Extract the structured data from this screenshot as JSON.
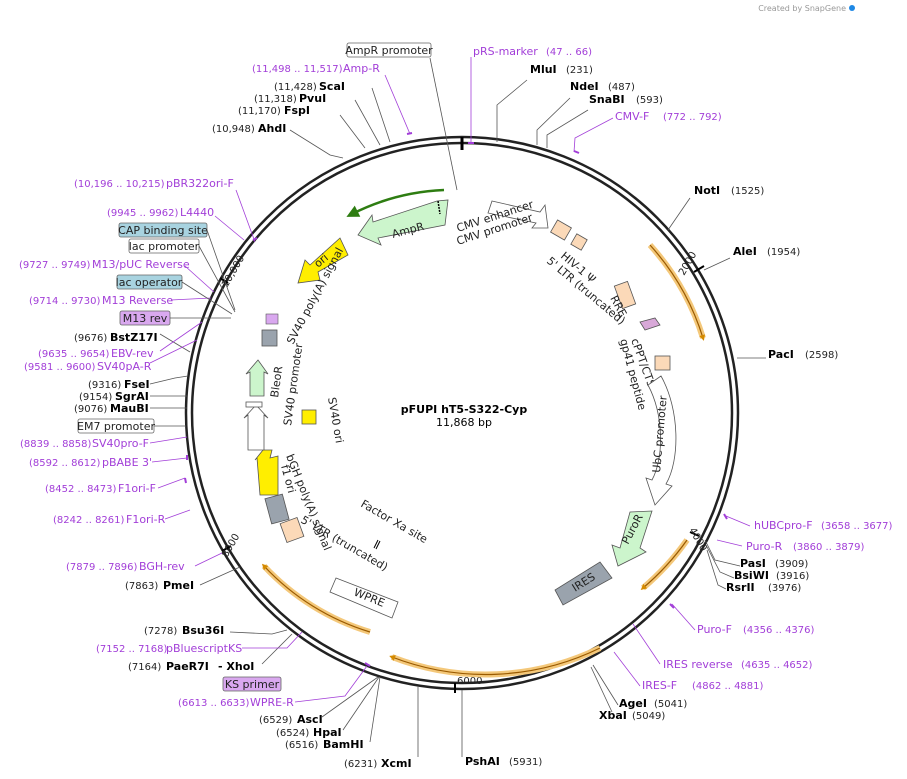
{
  "watermark": "Created by SnapGene",
  "plasmid": {
    "name": "pFUPI hT5-S322-Cyp",
    "size_label": "11,868 bp",
    "ticks": [
      "2000",
      "4000",
      "6000",
      "8000",
      "10,000"
    ]
  },
  "enzymes": [
    {
      "name": "MluI",
      "pos": "(231)"
    },
    {
      "name": "NdeI",
      "pos": "(487)"
    },
    {
      "name": "SnaBI",
      "pos": "(593)"
    },
    {
      "name": "NotI",
      "pos": "(1525)"
    },
    {
      "name": "AleI",
      "pos": "(1954)"
    },
    {
      "name": "PacI",
      "pos": "(2598)"
    },
    {
      "name": "PasI",
      "pos": "(3909)"
    },
    {
      "name": "BsiWI",
      "pos": "(3916)"
    },
    {
      "name": "RsrII",
      "pos": "(3976)"
    },
    {
      "name": "AgeI",
      "pos": "(5041)"
    },
    {
      "name": "XbaI",
      "pos": "(5049)"
    },
    {
      "name": "PshAI",
      "pos": "(5931)"
    },
    {
      "name": "XcmI",
      "pos": "(6231)"
    },
    {
      "name": "BamHI",
      "pos": "(6516)"
    },
    {
      "name": "HpaI",
      "pos": "(6524)"
    },
    {
      "name": "AscI",
      "pos": "(6529)"
    },
    {
      "name": "PaeR7I",
      "pos": "(7164)"
    },
    {
      "name": "- XhoI",
      "pos": ""
    },
    {
      "name": "Bsu36I",
      "pos": "(7278)"
    },
    {
      "name": "PmeI",
      "pos": "(7863)"
    },
    {
      "name": "MauBI",
      "pos": "(9076)"
    },
    {
      "name": "SgrAI",
      "pos": "(9154)"
    },
    {
      "name": "FseI",
      "pos": "(9316)"
    },
    {
      "name": "BstZ17I",
      "pos": "(9676)"
    },
    {
      "name": "AhdI",
      "pos": "(10,948)"
    },
    {
      "name": "FspI",
      "pos": "(11,170)"
    },
    {
      "name": "PvuI",
      "pos": "(11,318)"
    },
    {
      "name": "ScaI",
      "pos": "(11,428)"
    }
  ],
  "primers": [
    {
      "name": "pRS-marker",
      "pos": "(47 .. 66)"
    },
    {
      "name": "CMV-F",
      "pos": "(772 .. 792)"
    },
    {
      "name": "hUBCpro-F",
      "pos": "(3658 .. 3677)"
    },
    {
      "name": "Puro-R",
      "pos": "(3860 .. 3879)"
    },
    {
      "name": "Puro-F",
      "pos": "(4356 .. 4376)"
    },
    {
      "name": "IRES reverse",
      "pos": "(4635 .. 4652)"
    },
    {
      "name": "IRES-F",
      "pos": "(4862 .. 4881)"
    },
    {
      "name": "WPRE-R",
      "pos": "(6613 .. 6633)"
    },
    {
      "name": "pBluescriptKS",
      "pos": "(7152 .. 7168)"
    },
    {
      "name": "BGH-rev",
      "pos": "(7879 .. 7896)"
    },
    {
      "name": "F1ori-R",
      "pos": "(8242 .. 8261)"
    },
    {
      "name": "F1ori-F",
      "pos": "(8452 .. 8473)"
    },
    {
      "name": "pBABE 3'",
      "pos": "(8592 .. 8612)"
    },
    {
      "name": "SV40pro-F",
      "pos": "(8839 .. 8858)"
    },
    {
      "name": "SV40pA-R",
      "pos": "(9581 .. 9600)"
    },
    {
      "name": "EBV-rev",
      "pos": "(9635 .. 9654)"
    },
    {
      "name": "M13 Reverse",
      "pos": "(9714 .. 9730)"
    },
    {
      "name": "M13/pUC Reverse",
      "pos": "(9727 .. 9749)"
    },
    {
      "name": "L4440",
      "pos": "(9945 .. 9962)"
    },
    {
      "name": "pBR322ori-F",
      "pos": "(10,196 .. 10,215)"
    },
    {
      "name": "Amp-R",
      "pos": "(11,498 .. 11,517)"
    }
  ],
  "boxed_features": [
    {
      "name": "AmpR promoter",
      "color": "#ffffff"
    },
    {
      "name": "CAP binding site",
      "color": "#a8d3e0"
    },
    {
      "name": "lac promoter",
      "color": "#ffffff"
    },
    {
      "name": "lac operator",
      "color": "#a8d3e0"
    },
    {
      "name": "M13 rev",
      "color": "#d9a8ef"
    },
    {
      "name": "EM7 promoter",
      "color": "#ffffff"
    },
    {
      "name": "KS primer",
      "color": "#d9a8ef"
    }
  ],
  "features": [
    {
      "name": "AmpR",
      "color": "#ccf5cc"
    },
    {
      "name": "ori",
      "color": "#ffee00"
    },
    {
      "name": "SV40 poly(A) signal",
      "color": "#9aa3ad"
    },
    {
      "name": "CMV enhancer",
      "color": "#ffffff"
    },
    {
      "name": "CMV promoter",
      "color": "#ffffff"
    },
    {
      "name": "HIV-1 Ψ",
      "color": "#fbd9b8"
    },
    {
      "name": "5' LTR (truncated)",
      "color": "#fbd9b8"
    },
    {
      "name": "RRE",
      "color": "#fbd9b8"
    },
    {
      "name": "cPPT/CTS",
      "color": "#d8a8d8"
    },
    {
      "name": "gp41 peptide",
      "color": "#fbd9b8"
    },
    {
      "name": "UbC promoter",
      "color": "#ffffff"
    },
    {
      "name": "PuroR",
      "color": "#ccf5cc"
    },
    {
      "name": "IRES",
      "color": "#9aa3ad"
    },
    {
      "name": "WPRE",
      "color": "#ffffff"
    },
    {
      "name": "Factor Xa site",
      "color": "#ffffff"
    },
    {
      "name": "5' LTR (truncated)",
      "color": "#fbd9b8"
    },
    {
      "name": "bGH poly(A) signal",
      "color": "#9aa3ad"
    },
    {
      "name": "f1 ori",
      "color": "#ffee00"
    },
    {
      "name": "SV40 ori",
      "color": "#ffee00"
    },
    {
      "name": "SV40 promoter",
      "color": "#ffffff"
    },
    {
      "name": "BleoR",
      "color": "#ccf5cc"
    }
  ]
}
